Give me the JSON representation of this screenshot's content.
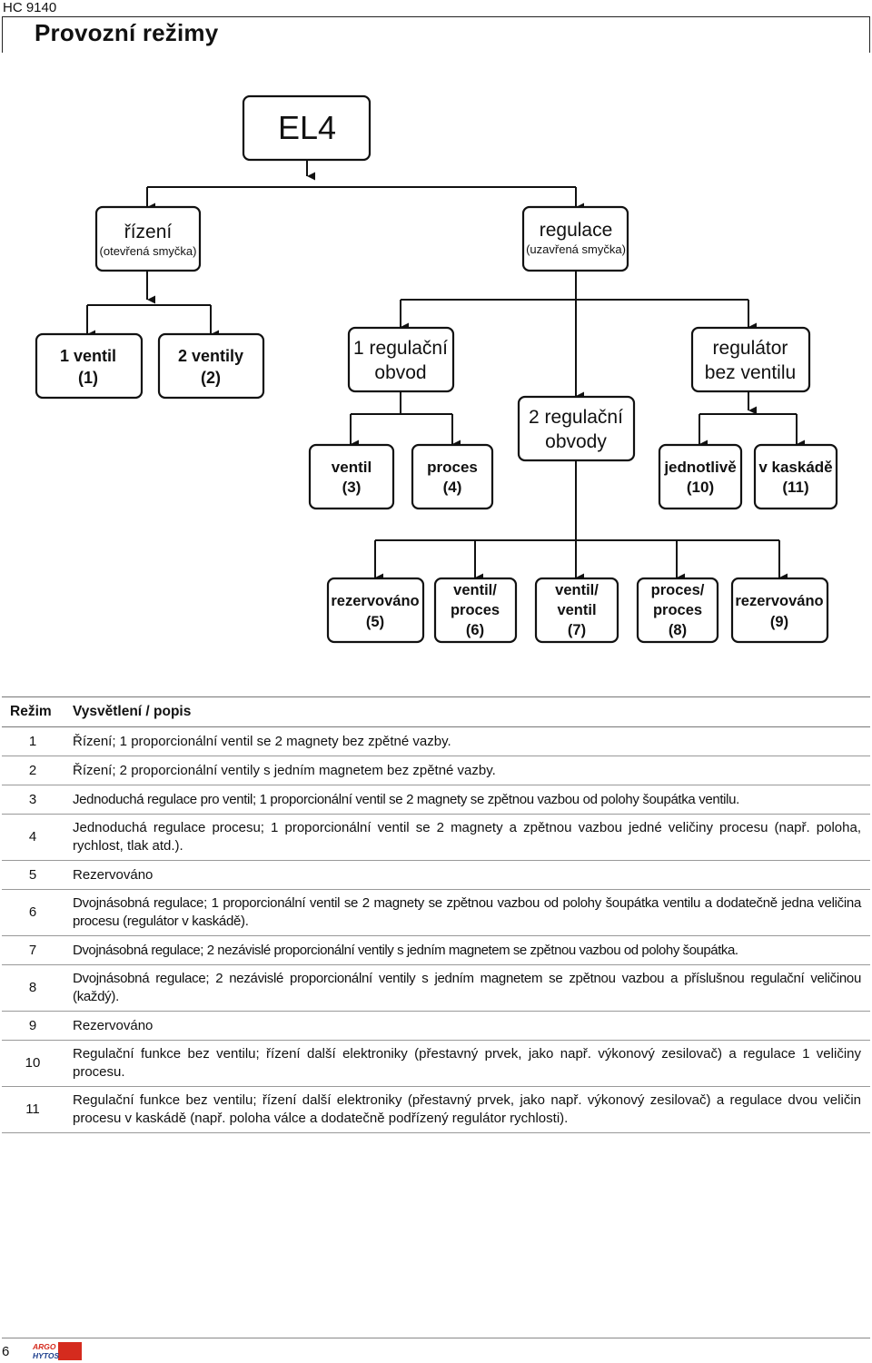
{
  "header": {
    "doc_code": "HC 9140",
    "title": "Provozní režimy"
  },
  "diagram": {
    "root": "EL4",
    "open_loop": {
      "label": "řízení",
      "sub": "(otevřená smyčka)"
    },
    "closed_loop": {
      "label": "regulace",
      "sub": "(uzavřená smyčka)"
    },
    "one_valve": {
      "line1": "1 ventil",
      "line2": "(1)"
    },
    "two_valves": {
      "line1": "2 ventily",
      "line2": "(2)"
    },
    "one_circuit": {
      "line1": "1 regulační",
      "line2": "obvod"
    },
    "two_circuits": {
      "line1": "2 regulační",
      "line2": "obvody"
    },
    "controller_no_valve": {
      "line1": "regulátor",
      "line2": "bez ventilu"
    },
    "valve_3": {
      "line1": "ventil",
      "line2": "(3)"
    },
    "process_4": {
      "line1": "proces",
      "line2": "(4)"
    },
    "individual_10": {
      "line1": "jednotlivě",
      "line2": "(10)"
    },
    "cascade_11": {
      "line1": "v kaskádě",
      "line2": "(11)"
    },
    "reserved_5": {
      "line1": "rezervováno",
      "line2": "(5)"
    },
    "valve_process_6": {
      "line1": "ventil/",
      "line2": "proces",
      "line3": "(6)"
    },
    "valve_valve_7": {
      "line1": "ventil/",
      "line2": "ventil",
      "line3": "(7)"
    },
    "process_process_8": {
      "line1": "proces/",
      "line2": "proces",
      "line3": "(8)"
    },
    "reserved_9": {
      "line1": "rezervováno",
      "line2": "(9)"
    }
  },
  "table": {
    "header_mode": "Režim",
    "header_desc": "Vysvětlení / popis",
    "rows": [
      {
        "mode": "1",
        "desc": "Řízení; 1 proporcionální ventil se 2 magnety bez zpětné vazby."
      },
      {
        "mode": "2",
        "desc": "Řízení; 2 proporcionální ventily s jedním magnetem bez zpětné vazby."
      },
      {
        "mode": "3",
        "desc": "Jednoduchá regulace pro ventil; 1 proporcionální ventil se 2 magnety se zpětnou vazbou od polohy šoupátka ventilu."
      },
      {
        "mode": "4",
        "desc": "Jednoduchá regulace procesu; 1 proporcionální ventil se 2 magnety a zpětnou vazbou jedné veličiny procesu (např. poloha, rychlost, tlak atd.)."
      },
      {
        "mode": "5",
        "desc": "Rezervováno"
      },
      {
        "mode": "6",
        "desc": "Dvojnásobná regulace; 1 proporcionální ventil se 2 magnety se zpětnou vazbou od polohy šoupátka ventilu a dodatečně jedna veličina procesu (regulátor v kaskádě)."
      },
      {
        "mode": "7",
        "desc": "Dvojnásobná regulace; 2 nezávislé proporcionální ventily s jedním magnetem se zpětnou vazbou od polohy šoupátka."
      },
      {
        "mode": "8",
        "desc": "Dvojnásobná regulace; 2 nezávislé proporcionální ventily s jedním magnetem se zpětnou vazbou a příslušnou regulační veličinou (každý)."
      },
      {
        "mode": "9",
        "desc": "Rezervováno"
      },
      {
        "mode": "10",
        "desc": "Regulační funkce bez ventilu; řízení další elektroniky (přestavný prvek, jako např. výkonový zesilovač) a regulace 1 veličiny procesu."
      },
      {
        "mode": "11",
        "desc": "Regulační funkce bez ventilu; řízení další elektroniky (přestavný prvek, jako např. výkonový zesilovač) a regulace dvou veličin procesu v kaskádě (např. poloha válce a dodatečně podřízený regulátor rychlosti)."
      }
    ]
  },
  "footer": {
    "page_number": "6",
    "logo_top": "ARGO",
    "logo_bottom": "HYTOS",
    "logo_color": "#d52b1e"
  }
}
